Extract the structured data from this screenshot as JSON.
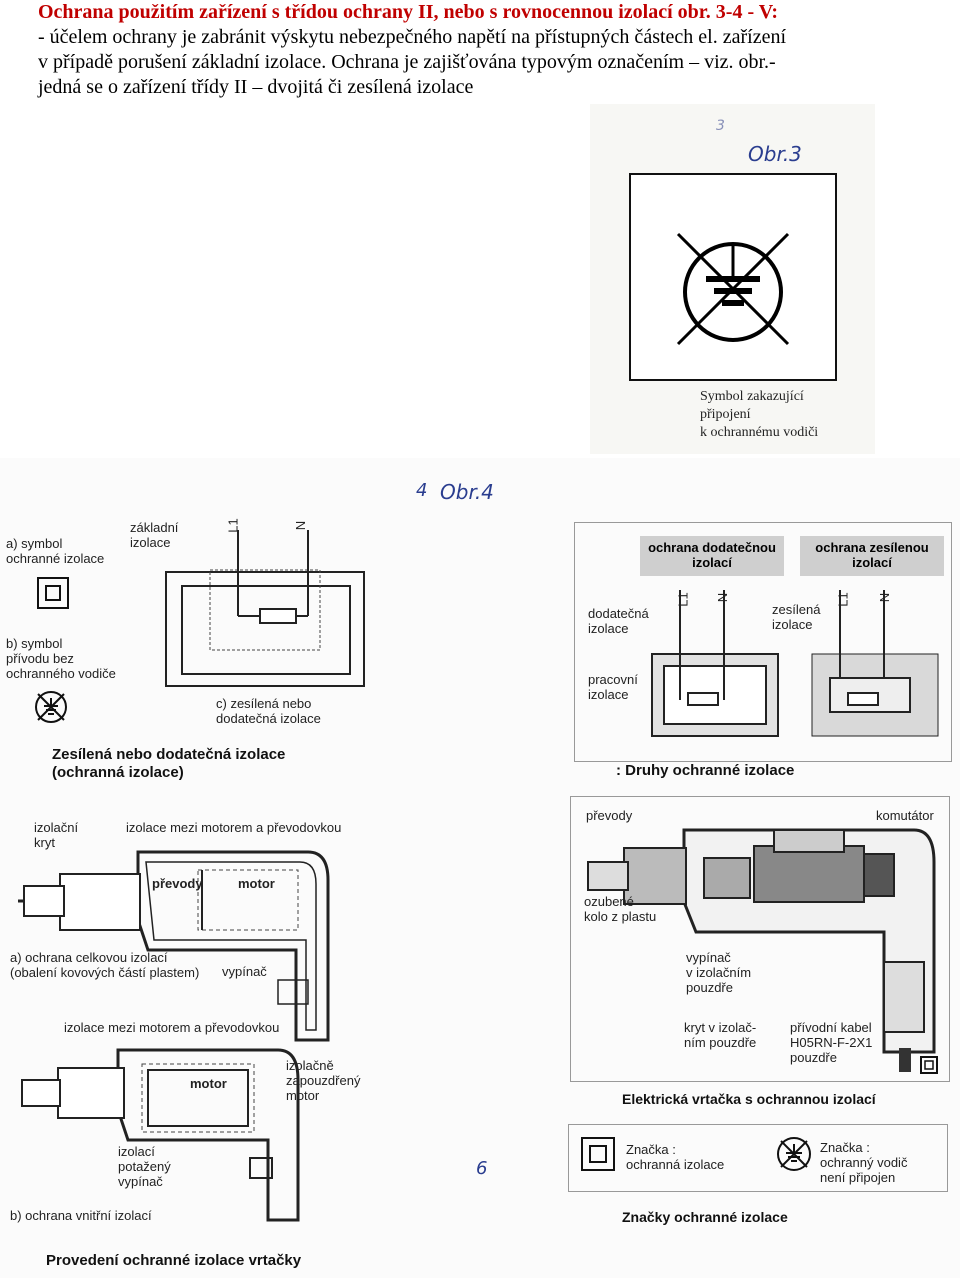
{
  "intro": {
    "title": "Ochrana použitím zařízení s třídou ochrany II, nebo s rovnocennou izolací obr. 3-4 - V:",
    "line1": "- účelem ochrany je zabránit výskytu nebezpečného napětí na přístupných částech el. zařízení",
    "line2": "v případě porušení základní izolace. Ochrana je zajišťována typovým označením – viz. obr.-",
    "line3": "jedná se o zařízení třídy II – dvojitá či zesílená izolace"
  },
  "figure3": {
    "hand_label": "Obr.3",
    "hand_small": "3",
    "caption": "Symbol zakazující\npřipojení\nk ochrannému vodiči"
  },
  "figure4": {
    "hand_label": "Obr.4",
    "hand_num": "4",
    "left": {
      "a_symbol": "a) symbol\nochranné izolace",
      "zakladni": "základní\nizolace",
      "L1": "L1",
      "N": "N",
      "b_symbol": "b) symbol\npřívodu bez\nochranného vodiče",
      "c_zesilena": "c) zesílená nebo\ndodatečná izolace",
      "caption": "Zesílená nebo dodatečná izolace\n(ochranná izolace)"
    },
    "right": {
      "box1": "ochrana dodatečnou\nizolací",
      "box2": "ochrana zesílenou\nizolací",
      "dodatecna": "dodatečná\nizolace",
      "zesilena": "zesílená\nizolace",
      "pracovni": "pracovní\nizolace",
      "L1": "L1",
      "N": "N",
      "caption": ": Druhy ochranné izolace"
    }
  },
  "drills_left": {
    "izolacni_kryt": "izolační\nkryt",
    "izolace_mezi_top": "izolace mezi motorem a převodovkou",
    "prevody": "převody",
    "motor": "motor",
    "a_ochrana": "a) ochrana celkovou izolací\n(obalení kovových částí plastem)",
    "vypinac": "vypínač",
    "izolace_mezi_bottom": "izolace mezi motorem a převodovkou",
    "motor2": "motor",
    "zapouzdreny": "izolačně\nzapouzdřený\nmotor",
    "izolaci_potazeny": "izolací\npotažený\nvypínač",
    "b_ochrana": "b) ochrana vnitřní izolací",
    "caption": "Provedení ochranné izolace vrtačky"
  },
  "drills_right": {
    "prevody": "převody",
    "komutator": "komutátor",
    "ozubene": "ozubené\nkolo z plastu",
    "vypinac": "vypínač\nv izolačním\npouzdře",
    "kryt": "kryt v izolač-\nním pouzdře",
    "privodni": "přívodní kabel\nH05RN-F-2X1\npouzdře",
    "caption": "Elektrická vrtačka s ochrannou izolací",
    "hand_mark": "6"
  },
  "symbols": {
    "znacka1": "Značka :\nochranná izolace",
    "znacka2": "Značka :\nochranný vodič\nnení připojen",
    "caption": "Značky ochranné izolace"
  }
}
